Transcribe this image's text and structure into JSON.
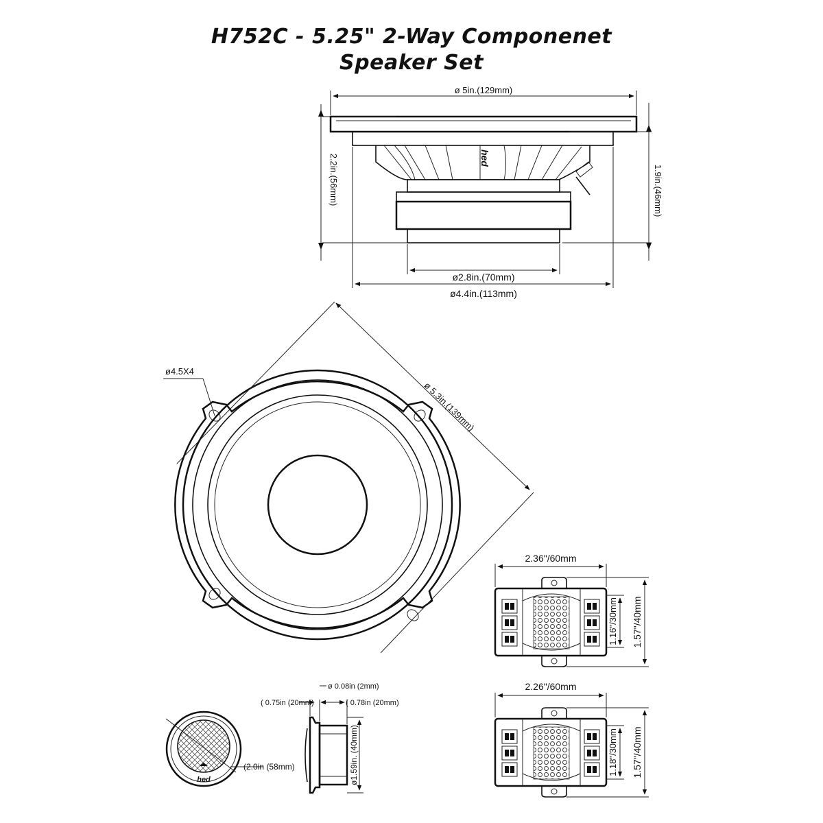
{
  "title": {
    "line1": "H752C - 5.25\" 2-Way Componenet",
    "line2": "Speaker Set"
  },
  "woofer_side": {
    "top_width": "ø 5in.(129mm)",
    "height_left": "2.2in.(56mm)",
    "height_right": "1.9in.(46mm)",
    "magnet_width": "ø2.8in.(70mm)",
    "basket_width": "ø4.4in.(113mm)",
    "brand": "hed"
  },
  "woofer_front": {
    "hole": "ø4.5X4",
    "diagonal": "ø 5.3in.(139mm)"
  },
  "crossover_top": {
    "width": "2.36\"/60mm",
    "inner_height": "1.16\"/30mm",
    "outer_height": "1.57\"/40mm"
  },
  "crossover_bottom": {
    "width": "2.26\"/60mm",
    "inner_height": "1.18\"/30mm",
    "outer_height": "1.57\"/40mm"
  },
  "tweeter": {
    "pin": "ø 0.08in (2mm)",
    "depth_left": "( 0.75in (20mm)",
    "depth_right": "( 0.78in (20mm)",
    "face_dia": "(2.0in (58mm)",
    "height": "ø1.59in. (40mm)",
    "brand": "hed"
  }
}
